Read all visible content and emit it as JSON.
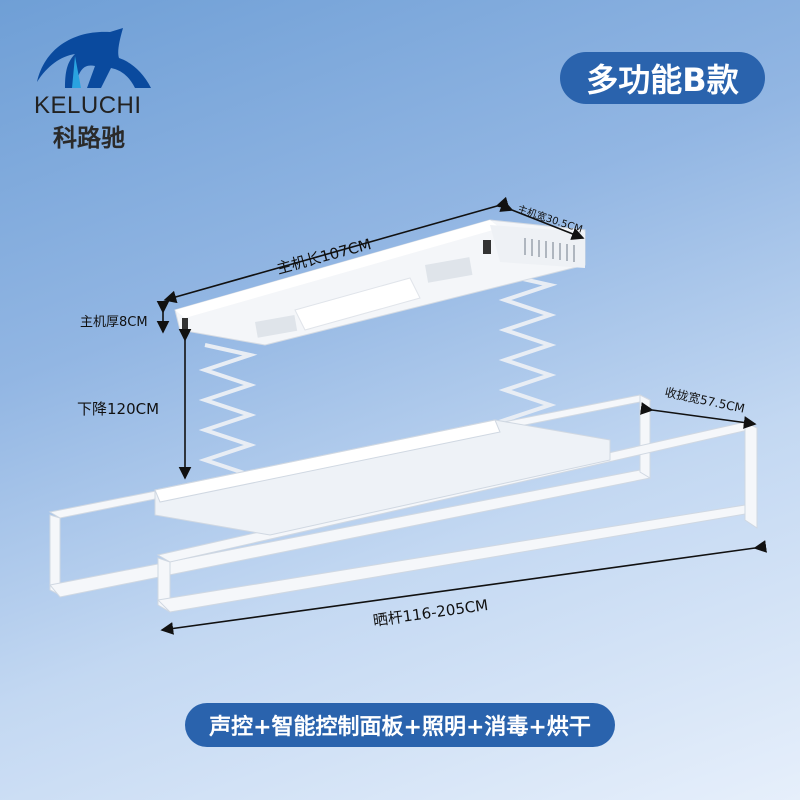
{
  "brand": {
    "name_en": "KELUCHI",
    "name_cn": "科路驰"
  },
  "badge": "多功能B款",
  "dimensions": {
    "host_length": "主机长107CM",
    "host_width": "主机宽30.5CM",
    "host_thickness": "主机厚8CM",
    "descend": "下降120CM",
    "folded_width": "收拢宽57.5CM",
    "rod_length": "晒杆116-205CM"
  },
  "features": "声控+智能控制面板+照明+消毒+烘干",
  "colors": {
    "accent": "#2a63ad",
    "logo_blue": "#0a4a9e",
    "logo_light": "#2aa3e0"
  }
}
